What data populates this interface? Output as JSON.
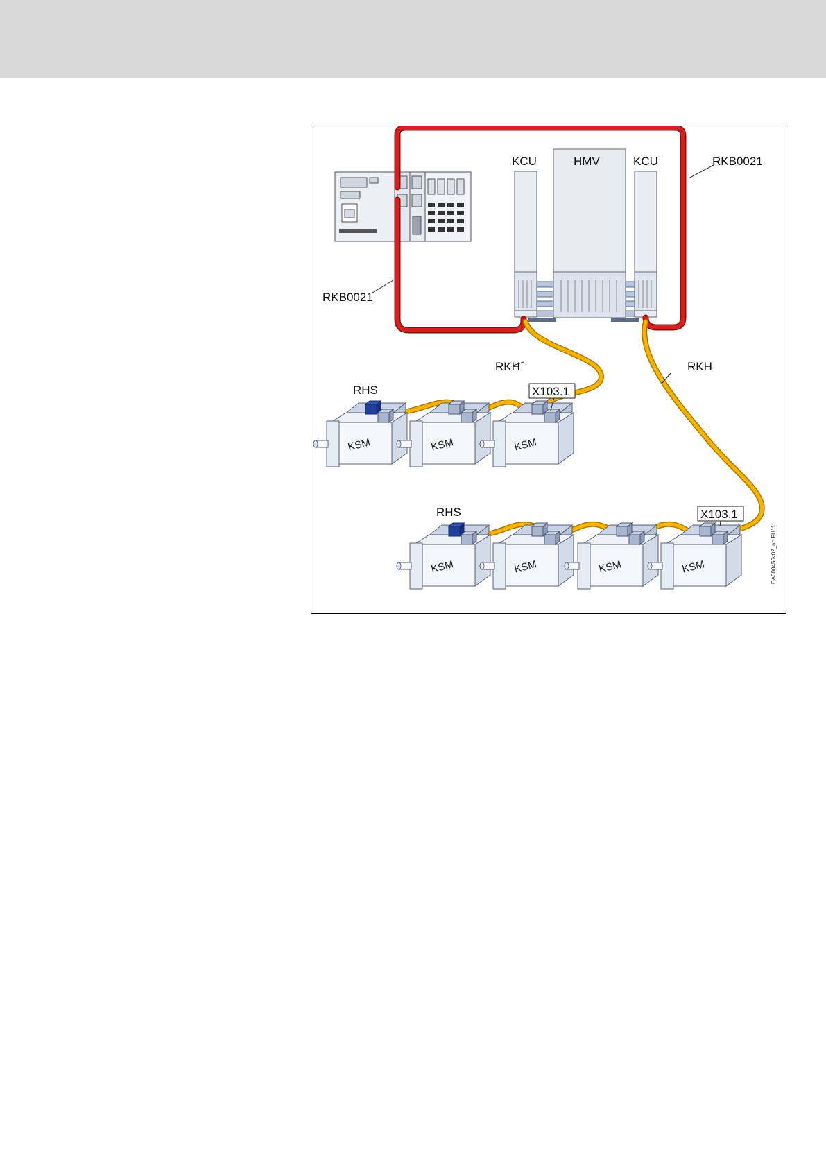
{
  "figure": {
    "labels": {
      "kcu_left": "KCU",
      "hmv": "HMV",
      "kcu_right": "KCU",
      "rkb_right": "RKB0021",
      "rkb_left": "RKB0021",
      "rkh_left": "RKH",
      "rkh_right": "RKH",
      "rhs_top": "RHS",
      "rhs_bottom": "RHS",
      "x103_top": "X103.1",
      "x103_bottom": "X103.1",
      "motor": "KSM",
      "doc_id": "DA000456v02_nn.FH11"
    },
    "colors": {
      "rkb_cable": "#d62020",
      "rkh_cable": "#f5b400",
      "rhs_plug": "#1f3f9a",
      "connector": "#a9b6d0",
      "motor_body": "#e6ecf4"
    },
    "motor_rows": [
      {
        "name": "row-top",
        "count": 3
      },
      {
        "name": "row-bottom",
        "count": 4
      }
    ]
  }
}
